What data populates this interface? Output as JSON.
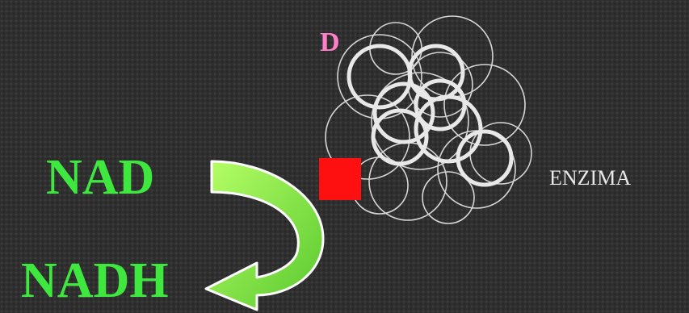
{
  "labels": {
    "substrate": "NAD",
    "product": "NADH",
    "binding_site": "D",
    "enzyme": "ENZIMA"
  },
  "colors": {
    "background": "#2f2f2f",
    "nad_text": "#3ee83e",
    "nadh_text": "#3ee83e",
    "d_text": "#ff7fc8",
    "enzyme_text": "#e8e8e8",
    "arrow_light": "#9cf55a",
    "arrow_dark": "#5fd03a",
    "active_site": "#ff1010",
    "coil": "#e8e8e8"
  },
  "icons": {
    "arrow": "curved-arrow-icon",
    "active_site": "red-square-icon",
    "enzyme": "protein-coil-icon"
  }
}
